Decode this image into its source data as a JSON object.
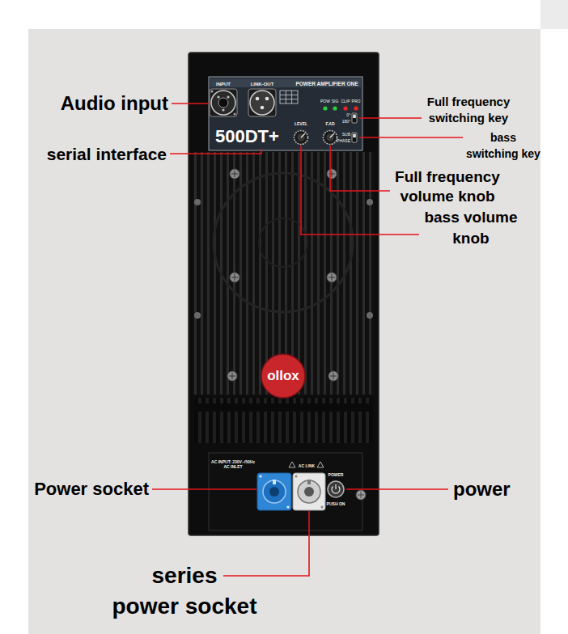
{
  "diagram": {
    "labels": [
      "Audio input",
      "serial interface",
      "Full frequency switching key",
      "bass switching key",
      "Full frequency volume knob",
      "bass volume knob",
      "Power socket",
      "power",
      "series power socket",
      "INPUT",
      "LINK-OUT",
      "POWER AMPLIFIER ONE",
      "POW",
      "SIG",
      "CLIP",
      "PRO",
      "LEVEL",
      "F.AD",
      "500DT+",
      "0°",
      "180°",
      "SUB",
      "PHASE",
      "ollox",
      "AC INPUT: 230V~/50Hz AC INLET",
      "AC LINK",
      "POWER",
      "PUSH ON"
    ]
  }
}
